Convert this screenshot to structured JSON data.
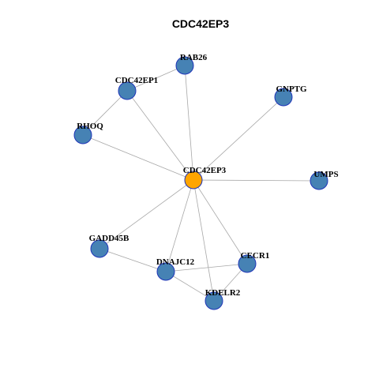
{
  "title": "CDC42EP3",
  "colors": {
    "hub_fill": "#ffa500",
    "hub_stroke": "#8a4a00",
    "node_fill": "#4682b4",
    "node_stroke": "#1f35b8",
    "edge": "#a8a8a8"
  },
  "nodes": [
    {
      "id": "CDC42EP3",
      "label": "CDC42EP3",
      "hub": true
    },
    {
      "id": "RAB26",
      "label": "RAB26"
    },
    {
      "id": "CDC42EP1",
      "label": "CDC42EP1"
    },
    {
      "id": "GNPTG",
      "label": "GNPTG"
    },
    {
      "id": "RHOQ",
      "label": "RHOQ"
    },
    {
      "id": "UMPS",
      "label": "UMPS"
    },
    {
      "id": "GADD45B",
      "label": "GADD45B"
    },
    {
      "id": "DNAJC12",
      "label": "DNAJC12"
    },
    {
      "id": "CECR1",
      "label": "CECR1"
    },
    {
      "id": "KDELR2",
      "label": "KDELR2"
    }
  ],
  "edges": [
    [
      "CDC42EP3",
      "RAB26"
    ],
    [
      "CDC42EP3",
      "CDC42EP1"
    ],
    [
      "CDC42EP3",
      "GNPTG"
    ],
    [
      "CDC42EP3",
      "RHOQ"
    ],
    [
      "CDC42EP3",
      "UMPS"
    ],
    [
      "CDC42EP3",
      "GADD45B"
    ],
    [
      "CDC42EP3",
      "DNAJC12"
    ],
    [
      "CDC42EP3",
      "CECR1"
    ],
    [
      "CDC42EP3",
      "KDELR2"
    ],
    [
      "RAB26",
      "CDC42EP1"
    ],
    [
      "CDC42EP1",
      "RHOQ"
    ],
    [
      "GADD45B",
      "DNAJC12"
    ],
    [
      "DNAJC12",
      "CECR1"
    ],
    [
      "DNAJC12",
      "KDELR2"
    ],
    [
      "CECR1",
      "KDELR2"
    ]
  ]
}
